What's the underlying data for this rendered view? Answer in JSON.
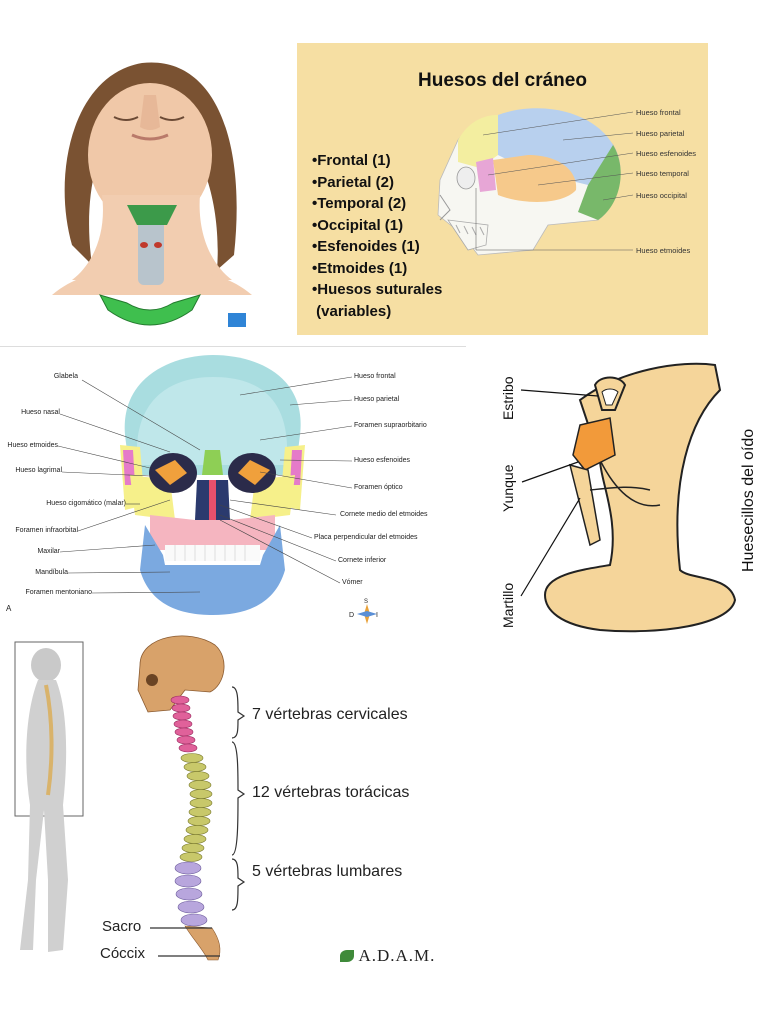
{
  "cranio": {
    "title": "Huesos del cráneo",
    "list": [
      "•Frontal (1)",
      "•Parietal (2)",
      "•Temporal (2)",
      "•Occipital (1)",
      "•Esfenoides (1)",
      "•Etmoides (1)",
      "•Huesos suturales",
      " (variables)"
    ],
    "labels": [
      "Hueso frontal",
      "Hueso parietal",
      "Hueso esfenoides",
      "Hueso temporal",
      "Hueso occipital",
      "Hueso etmoides"
    ]
  },
  "skull_front": {
    "left_labels": [
      "Glabela",
      "Hueso nasal",
      "Hueso etmoides",
      "Hueso lagrimal",
      "Hueso cigomático (malar)",
      "Foramen infraorbital",
      "Maxilar",
      "Mandíbula",
      "Foramen mentoniano"
    ],
    "right_labels": [
      "Hueso frontal",
      "Hueso parietal",
      "Foramen supraorbitario",
      "Hueso esfenoides",
      "Foramen óptico",
      "Cornete medio del etmoides",
      "Placa perpendicular del etmoides",
      "Cornete inferior",
      "Vómer"
    ],
    "panel_letter": "A",
    "compass": {
      "s": "S",
      "d": "D",
      "i": "I"
    }
  },
  "ear": {
    "title": "Huesecillos del oído",
    "labels": [
      "Estribo",
      "Yunque",
      "Martillo"
    ]
  },
  "spine": {
    "groups": [
      "7 vértebras cervicales",
      "12 vértebras torácicas",
      "5 vértebras lumbares"
    ],
    "sacro": "Sacro",
    "coccix": "Cóccix",
    "logo": "A.D.A.M."
  },
  "colors": {
    "cranio_bg": "#f6dfa3",
    "frontal": "#f3eea0",
    "parietal": "#b8d0ee",
    "temporal": "#f6c98b",
    "occipital": "#78b86a",
    "esfenoides": "#e7a6d6",
    "ossicle": "#f5d59a",
    "cervical": "#e0619a",
    "thoracic": "#c8c86a",
    "lumbar": "#b8a6dd"
  }
}
